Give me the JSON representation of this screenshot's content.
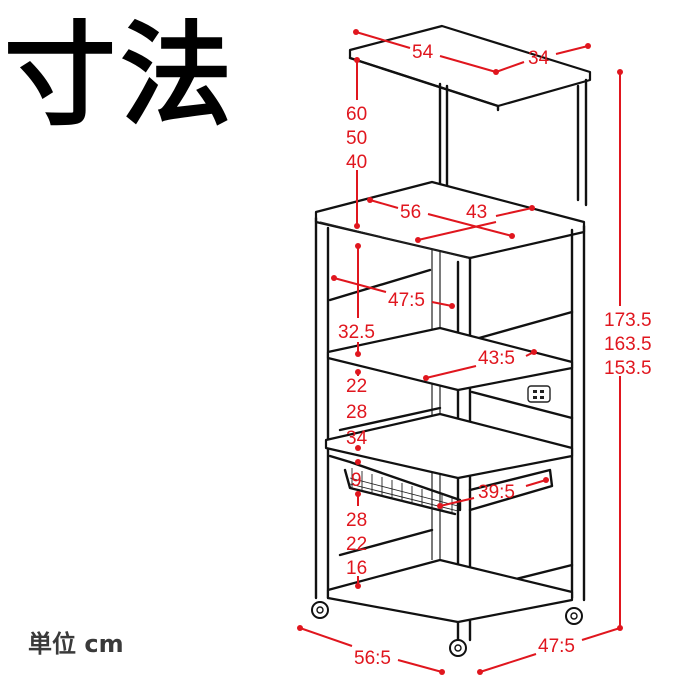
{
  "title": "寸法",
  "unit_label": "単位 cm",
  "accent_color": "#e0161e",
  "dimensions": {
    "top_shelf_width": "54",
    "top_shelf_depth": "34",
    "top_clearance": [
      "60",
      "50",
      "40"
    ],
    "counter_width": "56",
    "counter_depth": "43",
    "inner_depth_upper": "47:5",
    "upper_gap": "32.5",
    "shelf_depth": "43:5",
    "middle_gaps": [
      "22",
      "28",
      "34"
    ],
    "drawer_height": "9",
    "drawer_depth": "39:5",
    "lower_gaps": [
      "28",
      "22",
      "16"
    ],
    "total_height": [
      "173.5",
      "163.5",
      "153.5"
    ],
    "overall_width": "56:5",
    "overall_depth": "47:5"
  },
  "features": {
    "outlet": "power-outlet",
    "drawer": "wire-basket",
    "casters": 4
  }
}
